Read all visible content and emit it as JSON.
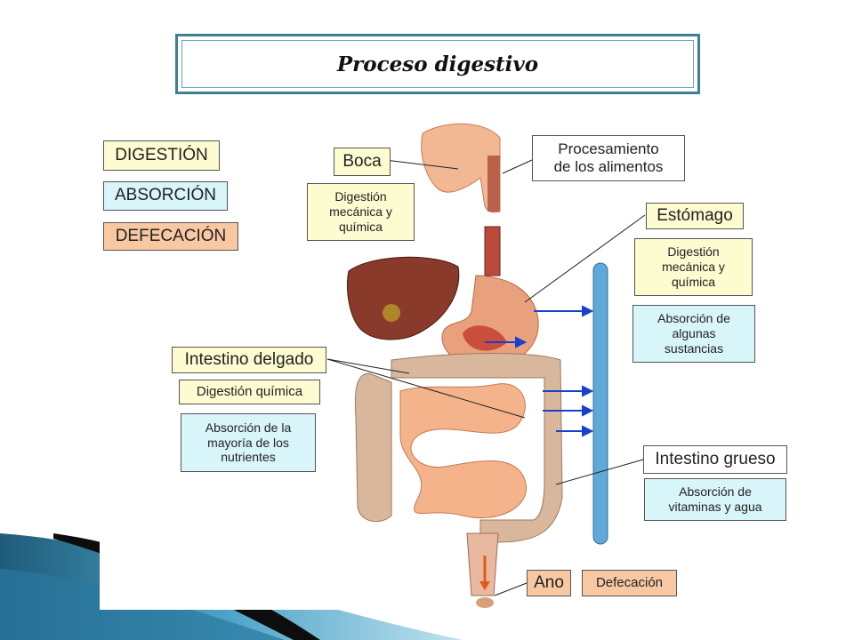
{
  "title": "Proceso digestivo",
  "legend": {
    "digestion": "DIGESTIÓN",
    "absorcion": "ABSORCIÓN",
    "defecacion": "DEFECACIÓN"
  },
  "labels": {
    "boca": "Boca",
    "boca_digestion": "Digestión\nmecánica y\nquímica",
    "procesamiento": "Procesamiento\nde los alimentos",
    "estomago": "Estómago",
    "estomago_digestion": "Digestión\nmecánica y\nquímica",
    "estomago_absorcion": "Absorción de\nalgunas\nsustancias",
    "intestino_delgado": "Intestino delgado",
    "delgado_digestion": "Digestión química",
    "delgado_absorcion": "Absorción de la\nmayoría de los\nnutrientes",
    "intestino_grueso": "Intestino grueso",
    "grueso_absorcion": "Absorción de\nvitaminas y agua",
    "ano": "Ano",
    "defecacion": "Defecación"
  },
  "colors": {
    "title_border": "#3f7f94",
    "yellow": "#fdfbd0",
    "cyan": "#d8f5fa",
    "orange": "#f8c8a2",
    "vessel": "#5fa8d8",
    "organ": "#f2b894",
    "liver": "#8a3a2a"
  }
}
